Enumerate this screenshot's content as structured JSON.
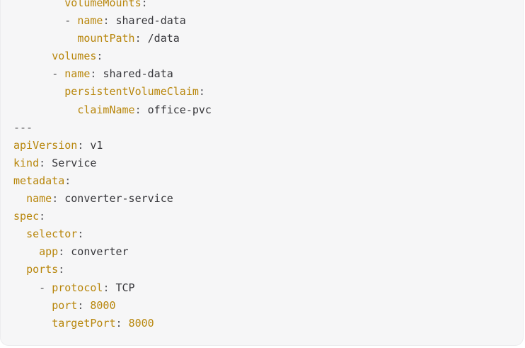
{
  "lines": [
    {
      "indent": "        ",
      "dash": "",
      "key": "volumeMounts",
      "colon": ":",
      "value": "",
      "valueType": "str"
    },
    {
      "indent": "        ",
      "dash": "- ",
      "key": "name",
      "colon": ": ",
      "value": "shared-data",
      "valueType": "str"
    },
    {
      "indent": "          ",
      "dash": "",
      "key": "mountPath",
      "colon": ": ",
      "value": "/data",
      "valueType": "str"
    },
    {
      "indent": "      ",
      "dash": "",
      "key": "volumes",
      "colon": ":",
      "value": "",
      "valueType": "str"
    },
    {
      "indent": "      ",
      "dash": "- ",
      "key": "name",
      "colon": ": ",
      "value": "shared-data",
      "valueType": "str"
    },
    {
      "indent": "        ",
      "dash": "",
      "key": "persistentVolumeClaim",
      "colon": ":",
      "value": "",
      "valueType": "str"
    },
    {
      "indent": "          ",
      "dash": "",
      "key": "claimName",
      "colon": ": ",
      "value": "office-pvc",
      "valueType": "str"
    },
    {
      "indent": "",
      "dash": "",
      "key": "",
      "colon": "",
      "value": "---",
      "valueType": "sep"
    },
    {
      "indent": "",
      "dash": "",
      "key": "apiVersion",
      "colon": ": ",
      "value": "v1",
      "valueType": "str"
    },
    {
      "indent": "",
      "dash": "",
      "key": "kind",
      "colon": ": ",
      "value": "Service",
      "valueType": "str"
    },
    {
      "indent": "",
      "dash": "",
      "key": "metadata",
      "colon": ":",
      "value": "",
      "valueType": "str"
    },
    {
      "indent": "  ",
      "dash": "",
      "key": "name",
      "colon": ": ",
      "value": "converter-service",
      "valueType": "str"
    },
    {
      "indent": "",
      "dash": "",
      "key": "spec",
      "colon": ":",
      "value": "",
      "valueType": "str"
    },
    {
      "indent": "  ",
      "dash": "",
      "key": "selector",
      "colon": ":",
      "value": "",
      "valueType": "str"
    },
    {
      "indent": "    ",
      "dash": "",
      "key": "app",
      "colon": ": ",
      "value": "converter",
      "valueType": "str"
    },
    {
      "indent": "  ",
      "dash": "",
      "key": "ports",
      "colon": ":",
      "value": "",
      "valueType": "str"
    },
    {
      "indent": "    ",
      "dash": "- ",
      "key": "protocol",
      "colon": ": ",
      "value": "TCP",
      "valueType": "str"
    },
    {
      "indent": "      ",
      "dash": "",
      "key": "port",
      "colon": ": ",
      "value": "8000",
      "valueType": "num"
    },
    {
      "indent": "      ",
      "dash": "",
      "key": "targetPort",
      "colon": ": ",
      "value": "8000",
      "valueType": "num"
    }
  ],
  "colors": {
    "key": "#b8860b",
    "number": "#b8860b",
    "text": "#37373b",
    "background": "#f6f6f7"
  }
}
